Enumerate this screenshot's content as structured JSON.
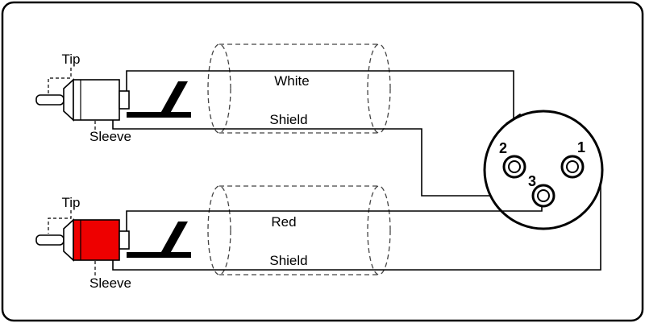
{
  "canvas": {
    "width": "800",
    "height": "401"
  },
  "colors": {
    "background": "#ffffff",
    "line": "#000000",
    "white_rca_body": "#ffffff",
    "red_rca_body": "#ee0000",
    "cable_end_fill": "#ececec"
  },
  "top_channel": {
    "tip_label": "Tip",
    "sleeve_label": "Sleeve",
    "conductor_label": "White",
    "shield_label": "Shield"
  },
  "bottom_channel": {
    "tip_label": "Tip",
    "sleeve_label": "Sleeve",
    "conductor_label": "Red",
    "shield_label": "Shield"
  },
  "xlr": {
    "pin1_label": "1",
    "pin2_label": "2",
    "pin3_label": "3"
  }
}
